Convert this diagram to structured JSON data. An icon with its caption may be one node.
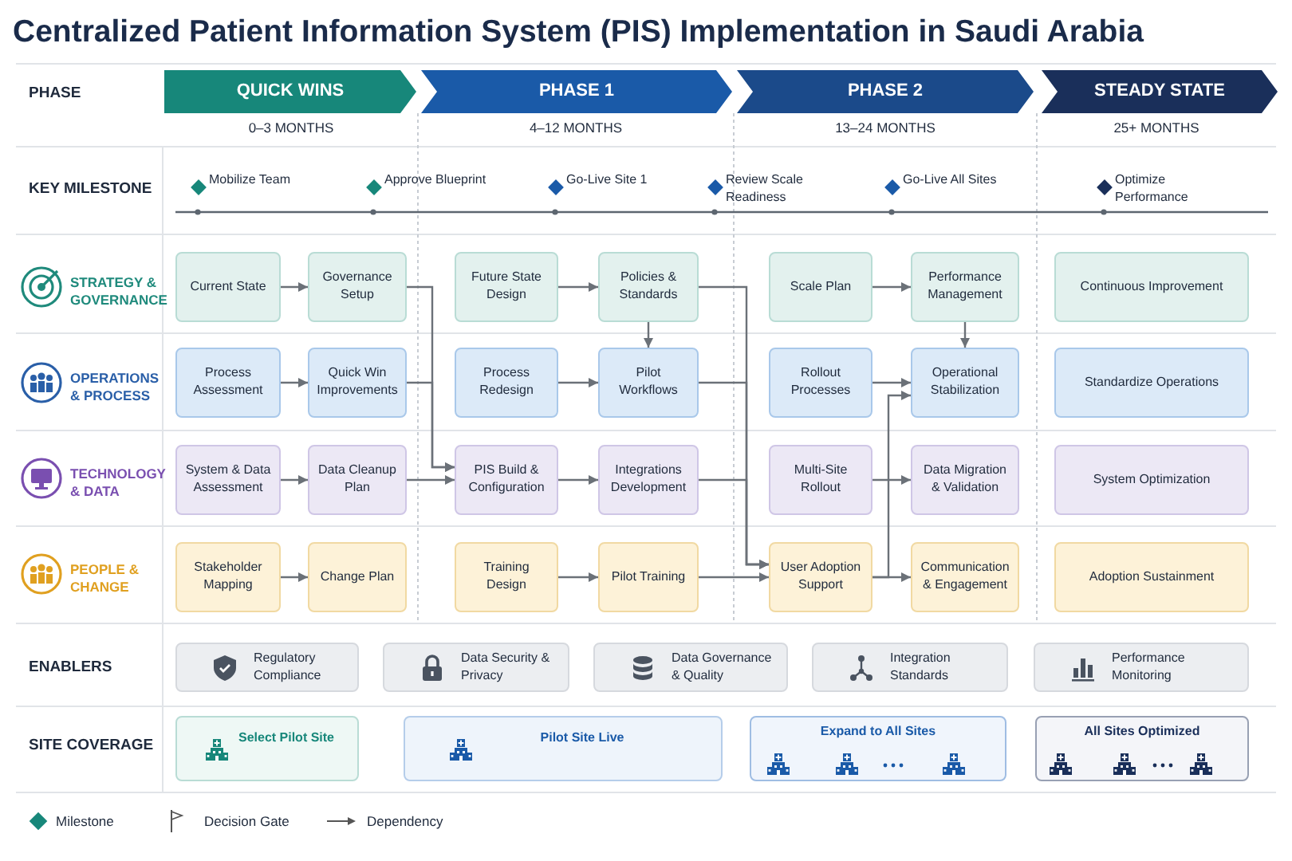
{
  "diagram": {
    "title": "Centralized Patient Information System (PIS) Implementation in Saudi Arabia",
    "nodes": [
      {
        "text": [
          "QUICK WINS"
        ],
        "beside": [
          "0–3 MONTHS"
        ]
      },
      {
        "text": [
          "PHASE 1"
        ],
        "beside": [
          "4–12 MONTHS"
        ]
      },
      {
        "text": [
          "PHASE 2"
        ],
        "beside": [
          "13–24 MONTHS"
        ]
      },
      {
        "text": [
          "STEADY STATE"
        ],
        "beside": [
          "25+ MONTHS"
        ]
      },
      {
        "text": [
          "Current State"
        ]
      },
      {
        "text": [
          "Governance Setup"
        ]
      },
      {
        "text": [
          "Future State Design"
        ]
      },
      {
        "text": [
          "Policies & Standards"
        ]
      },
      {
        "text": [
          "Scale Plan"
        ]
      },
      {
        "text": [
          "Performance Management"
        ]
      },
      {
        "text": [
          "Continuous Improvement"
        ]
      },
      {
        "text": [
          "Process Assessment"
        ]
      },
      {
        "text": [
          "Quick Win Improvements"
        ]
      },
      {
        "text": [
          "Process Redesign"
        ]
      },
      {
        "text": [
          "Pilot Workflows"
        ]
      },
      {
        "text": [
          "Rollout Processes"
        ]
      },
      {
        "text": [
          "Operational Stabilization"
        ]
      },
      {
        "text": [
          "Standardize Operations"
        ]
      },
      {
        "text": [
          "System & Data Assessment"
        ]
      },
      {
        "text": [
          "Data Cleanup Plan"
        ]
      },
      {
        "text": [
          "PIS Build & Configuration"
        ]
      },
      {
        "text": [
          "Integrations Development"
        ]
      },
      {
        "text": [
          "Multi-Site Rollout"
        ]
      },
      {
        "text": [
          "Data Migration & Validation"
        ]
      },
      {
        "text": [
          "System Optimization"
        ]
      },
      {
        "text": [
          "Stakeholder Mapping"
        ]
      },
      {
        "text": [
          "Change Plan"
        ]
      },
      {
        "text": [
          "Training Design"
        ]
      },
      {
        "text": [
          "Pilot Training"
        ]
      },
      {
        "text": [
          "User Adoption Support"
        ]
      },
      {
        "text": [
          "Communication & Engagement"
        ]
      },
      {
        "text": [
          "Adoption Sustainment"
        ]
      },
      {
        "text": [
          "Regulatory Compliance"
        ]
      },
      {
        "text": [
          "Data Security & Privacy"
        ]
      },
      {
        "text": [
          "Data Governance & Quality"
        ]
      },
      {
        "text": [
          "Integration Standards"
        ]
      },
      {
        "text": [
          "Performance Monitoring"
        ]
      },
      {
        "text": [
          "Select Pilot Site"
        ]
      },
      {
        "text": [
          "Pilot Site Live"
        ]
      },
      {
        "text": [
          "Expand to All Sites"
        ]
      },
      {
        "text": [
          "All Sites Optimized"
        ]
      }
    ],
    "edges": [
      {
        "from": 4,
        "to": 5,
        "arrow": "to"
      },
      {
        "from": 6,
        "to": 7,
        "arrow": "to"
      },
      {
        "from": 8,
        "to": 9,
        "arrow": "to"
      },
      {
        "from": 11,
        "to": 12,
        "arrow": "to"
      },
      {
        "from": 13,
        "to": 14,
        "arrow": "to"
      },
      {
        "from": 15,
        "to": 16,
        "arrow": "to"
      },
      {
        "from": 18,
        "to": 19,
        "arrow": "to"
      },
      {
        "from": 19,
        "to": 20,
        "arrow": "to"
      },
      {
        "from": 20,
        "to": 21,
        "arrow": "to"
      },
      {
        "from": 22,
        "to": 23,
        "arrow": "to"
      },
      {
        "from": 25,
        "to": 26,
        "arrow": "to"
      },
      {
        "from": 27,
        "to": 28,
        "arrow": "to"
      },
      {
        "from": 28,
        "to": 29,
        "arrow": "to"
      },
      {
        "from": 29,
        "to": 30,
        "arrow": "to"
      },
      {
        "from": 29,
        "to": 16,
        "arrow": "to"
      },
      {
        "from": 7,
        "to": 14,
        "arrow": "to"
      },
      {
        "from": 9,
        "to": 16,
        "arrow": "to"
      },
      {
        "from": 5,
        "to": 20,
        "arrow": "to"
      },
      {
        "from": 12,
        "to": 20,
        "arrow": "to"
      },
      {
        "from": 7,
        "to": 29,
        "arrow": "to"
      },
      {
        "from": 14,
        "to": 29,
        "arrow": "to"
      },
      {
        "from": 21,
        "to": 29,
        "arrow": "to"
      }
    ],
    "labels": [
      "PHASE",
      "KEY MILESTONE",
      "Mobilize Team",
      "Approve Blueprint",
      "Go-Live Site 1",
      "Review Scale Readiness",
      "Go-Live All Sites",
      "Optimize Performance",
      "STRATEGY & GOVERNANCE",
      "OPERATIONS & PROCESS",
      "TECHNOLOGY & DATA",
      "PEOPLE & CHANGE",
      "ENABLERS",
      "SITE COVERAGE"
    ],
    "legend": [
      {
        "text": "Milestone"
      },
      {
        "text": "Decision Gate"
      },
      {
        "text": "Dependency"
      }
    ]
  }
}
